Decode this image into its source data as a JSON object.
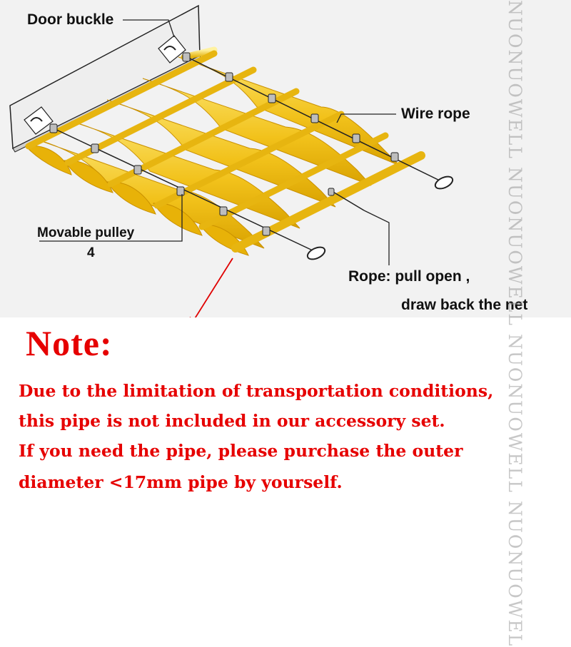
{
  "diagram": {
    "labels": {
      "door_buckle": "Door buckle",
      "wire_rope": "Wire rope",
      "movable_pulley": "Movable pulley",
      "pulley_count": "4",
      "rope_line1": "Rope: pull open ,",
      "rope_line2": "draw back the net"
    },
    "colors": {
      "canopy": "#f2c21b",
      "canopy_dark": "#d39a00",
      "wall": "#e8e8e8",
      "arrow": "#e00000"
    }
  },
  "note": {
    "title": "Note:",
    "lines": [
      "Due to the limitation of transportation conditions,",
      "this pipe is not included in our accessory set.",
      "If you need the pipe, please purchase the outer",
      "diameter <17mm pipe by yourself."
    ],
    "color": "#e60000"
  },
  "watermark": {
    "text": "NUONUOWELL NUONUOWELL NUONUOWELL NUONUOWEL"
  }
}
